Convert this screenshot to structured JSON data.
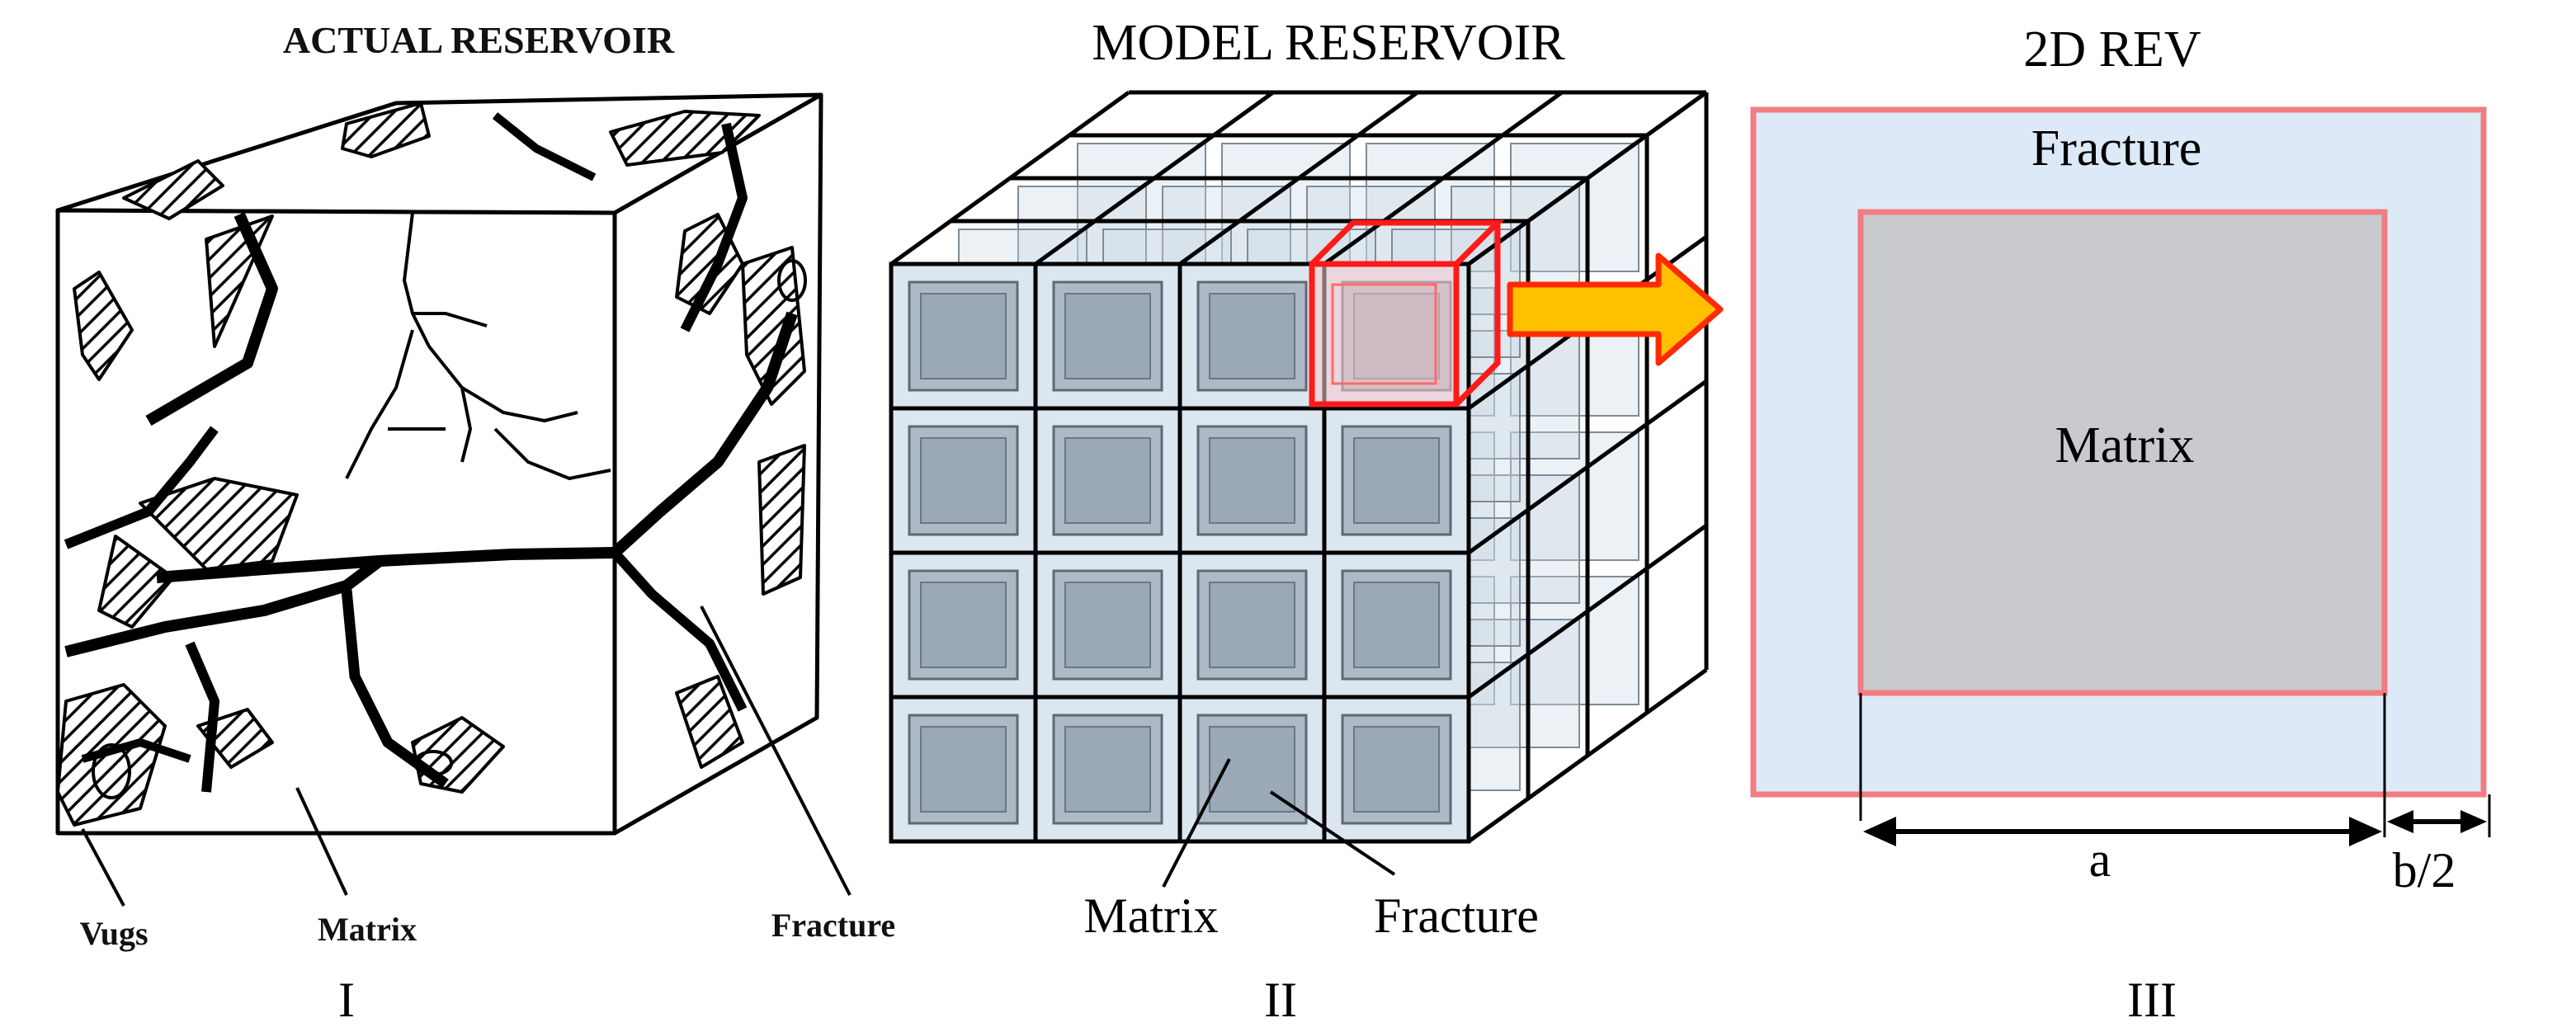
{
  "panel_actual": {
    "title": "ACTUAL RESERVOIR",
    "label_vugs": "Vugs",
    "label_matrix": "Matrix",
    "label_fracture": "Fracture",
    "numeral": "I"
  },
  "panel_model": {
    "title": "MODEL RESERVOIR",
    "label_matrix": "Matrix",
    "label_fracture": "Fracture",
    "numeral": "II"
  },
  "panel_rev": {
    "title": "2D REV",
    "label_fracture": "Fracture",
    "label_matrix": "Matrix",
    "dim_a": "a",
    "dim_b_half": "b/2",
    "numeral": "III"
  },
  "colors": {
    "fracture_fill": "#dde9f7",
    "matrix_fill": "#c8cacd",
    "rev_border": "#f07d82",
    "highlight_red": "#ff1a1a",
    "arrow_fill": "#ffc000",
    "arrow_stroke": "#ff2a00",
    "cube_cell_face": "#cfdbe6",
    "cube_inner": "#9aa8b6"
  },
  "model_grid": {
    "rows": 4,
    "cols": 4,
    "depth": 4
  }
}
